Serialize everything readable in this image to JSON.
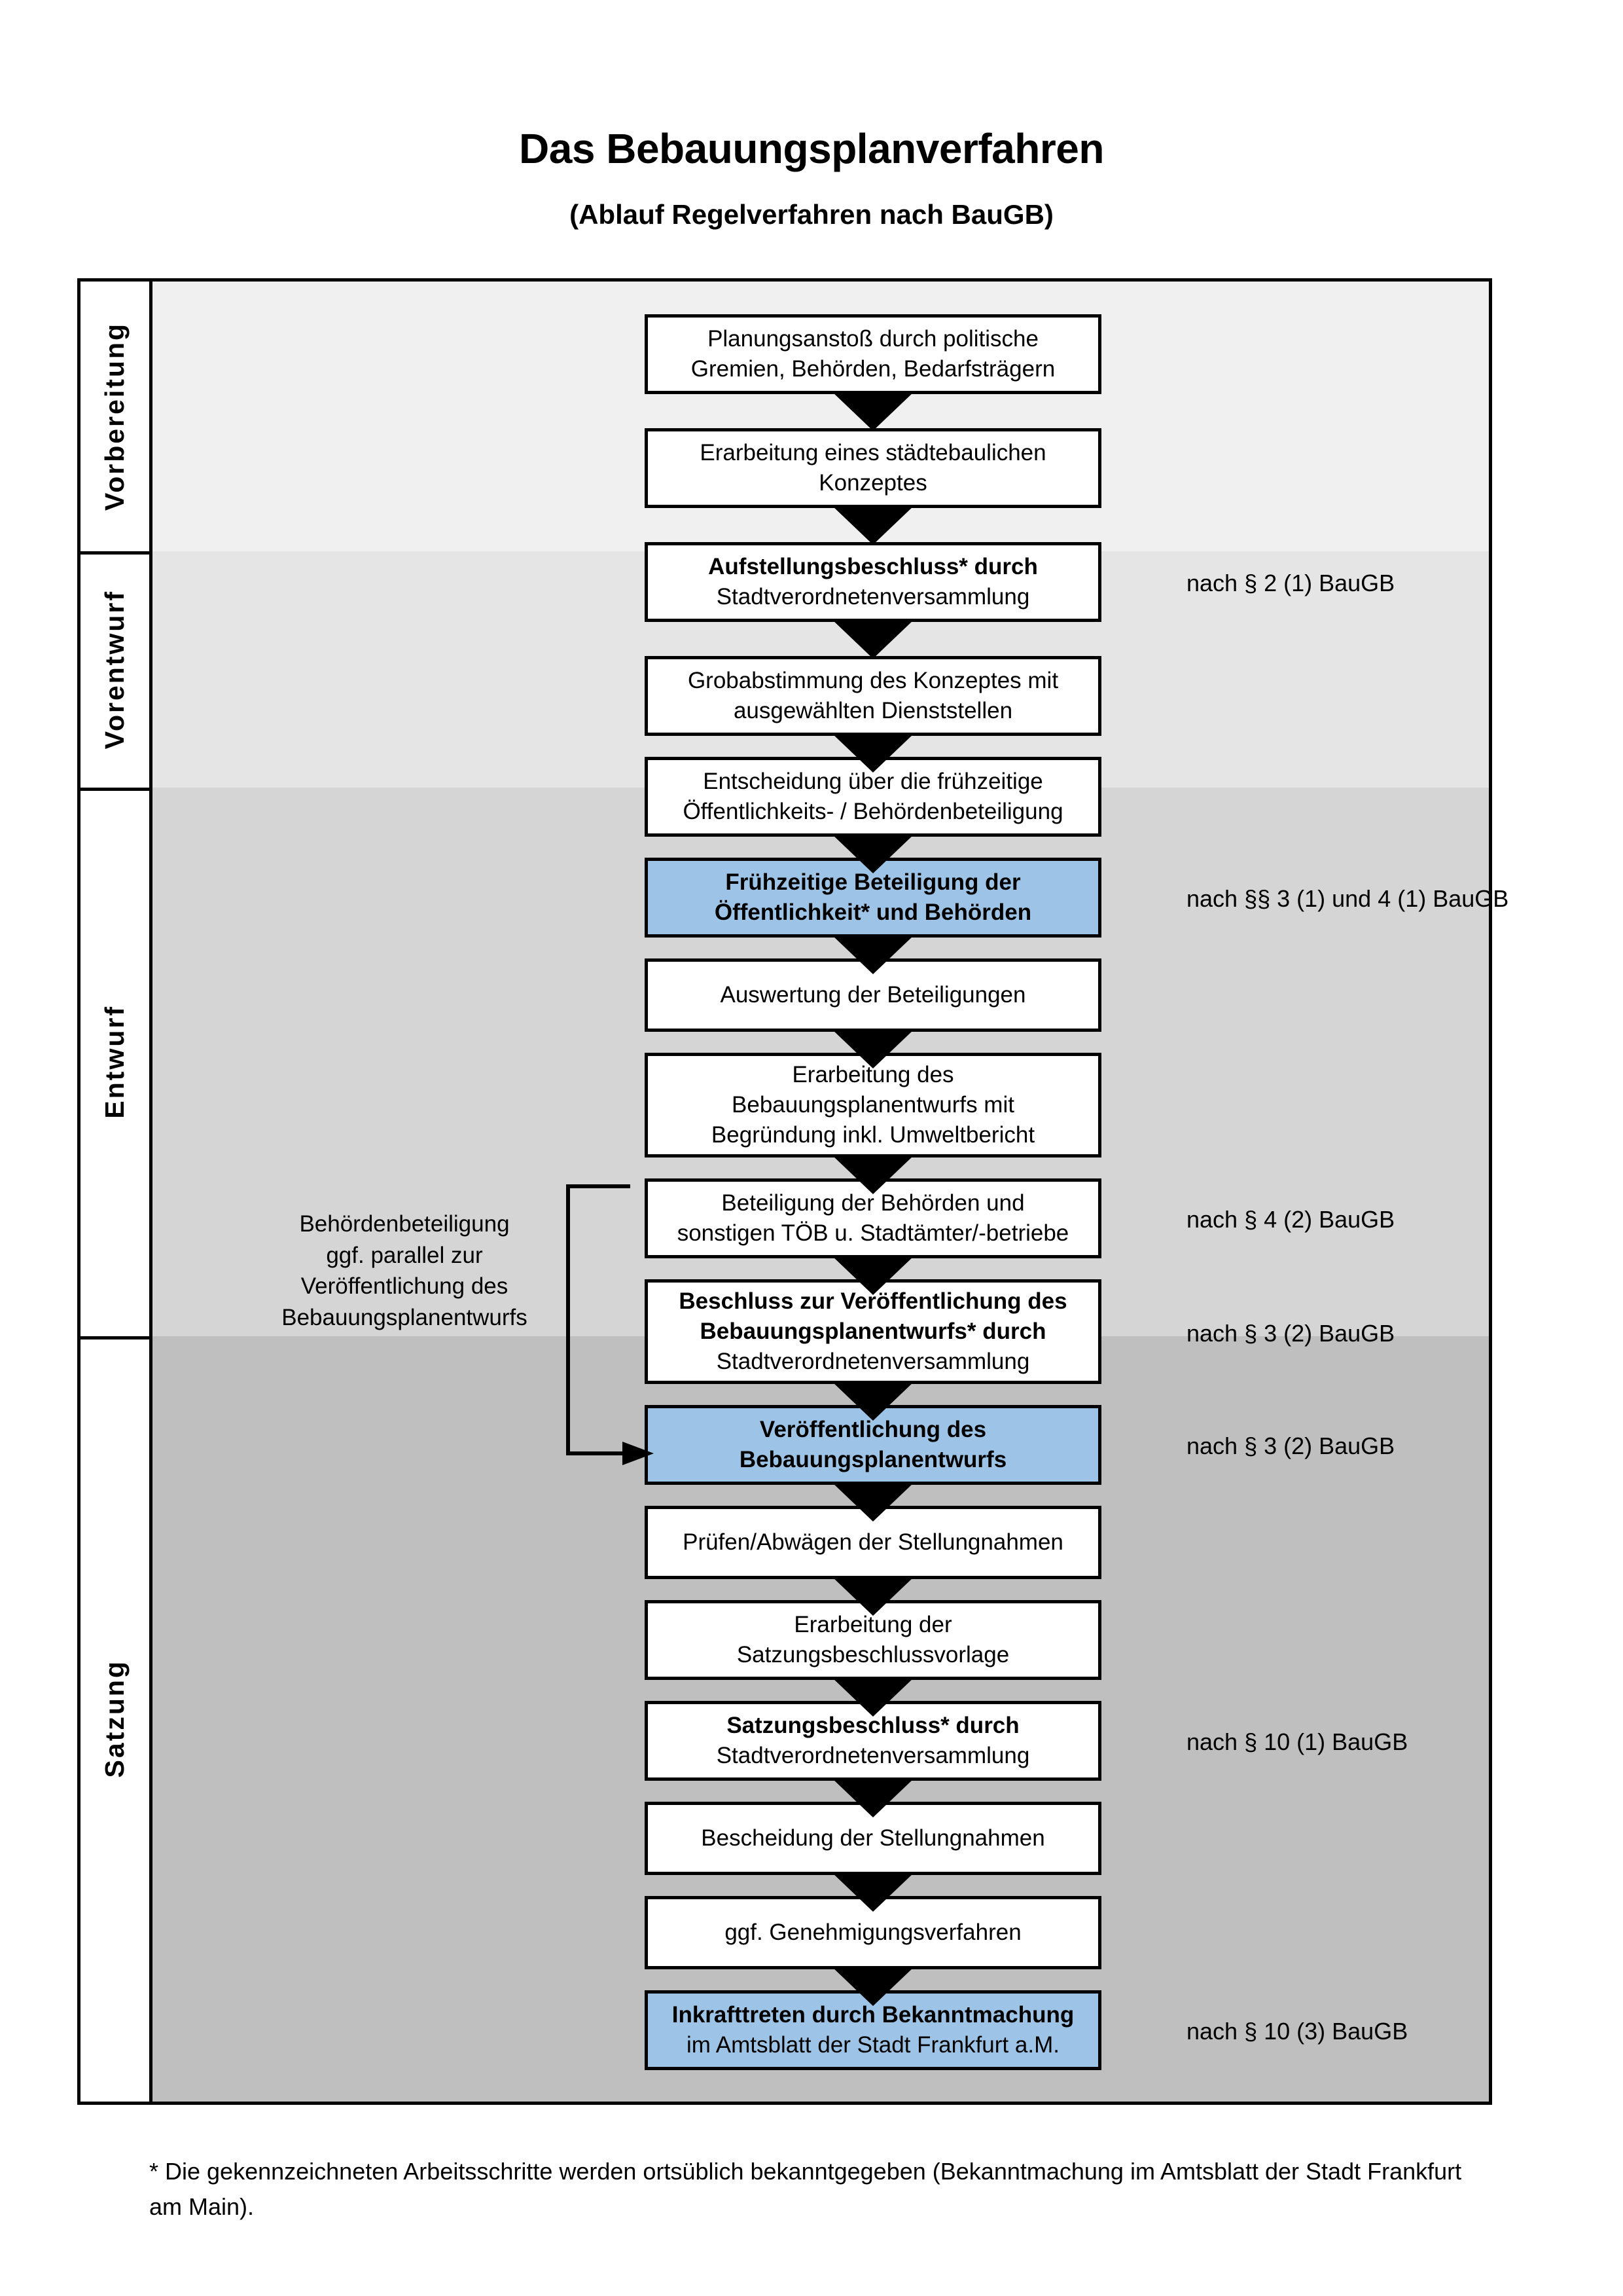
{
  "title": {
    "main": "Das Bebauungsplanverfahren",
    "sub": "(Ablauf Regelverfahren nach BauGB)"
  },
  "colors": {
    "highlight_box": "#9DC3E6",
    "band_vorbereitung": "#F0F0F0",
    "band_vorentwurf": "#E5E5E5",
    "band_entwurf": "#D5D5D5",
    "band_satzung": "#BFBFBF",
    "box_border": "#000000",
    "box_fill": "#FFFFFF"
  },
  "sections": [
    {
      "key": "vorbereitung",
      "label": "Vorbereitung"
    },
    {
      "key": "vorentwurf",
      "label": "Vorentwurf"
    },
    {
      "key": "entwurf",
      "label": "Entwurf"
    },
    {
      "key": "satzung",
      "label": "Satzung"
    }
  ],
  "steps": [
    {
      "id": 1,
      "section": "vorbereitung",
      "highlight": false,
      "lines": [
        {
          "text": "Planungsanstoß durch politische",
          "bold": false
        },
        {
          "text": "Gremien, Behörden, Bedarfsträgern",
          "bold": false
        }
      ]
    },
    {
      "id": 2,
      "section": "vorbereitung",
      "highlight": false,
      "lines": [
        {
          "text": "Erarbeitung eines städtebaulichen",
          "bold": false
        },
        {
          "text": "Konzeptes",
          "bold": false
        }
      ]
    },
    {
      "id": 3,
      "section": "vorbereitung",
      "highlight": false,
      "lines": [
        {
          "text": "Aufstellungsbeschluss* durch",
          "bold": true
        },
        {
          "text": "Stadtverordnetenversammlung",
          "bold": false
        }
      ]
    },
    {
      "id": 4,
      "section": "vorentwurf",
      "highlight": false,
      "lines": [
        {
          "text": "Grobabstimmung des Konzeptes mit",
          "bold": false
        },
        {
          "text": "ausgewählten Dienststellen",
          "bold": false
        }
      ]
    },
    {
      "id": 5,
      "section": "vorentwurf",
      "highlight": false,
      "lines": [
        {
          "text": "Entscheidung über die frühzeitige",
          "bold": false
        },
        {
          "text": "Öffentlichkeits- / Behördenbeteiligung",
          "bold": false
        }
      ]
    },
    {
      "id": 6,
      "section": "vorentwurf",
      "highlight": true,
      "lines": [
        {
          "text": "Frühzeitige Beteiligung der",
          "bold": true
        },
        {
          "text": "Öffentlichkeit* und Behörden",
          "bold": true
        }
      ]
    },
    {
      "id": 7,
      "section": "entwurf",
      "highlight": false,
      "lines": [
        {
          "text": "Auswertung der Beteiligungen",
          "bold": false
        }
      ]
    },
    {
      "id": 8,
      "section": "entwurf",
      "highlight": false,
      "lines": [
        {
          "text": "Erarbeitung des",
          "bold": false
        },
        {
          "text": "Bebauungsplanentwurfs mit",
          "bold": false
        },
        {
          "text": "Begründung inkl. Umweltbericht",
          "bold": false
        }
      ]
    },
    {
      "id": 9,
      "section": "entwurf",
      "highlight": false,
      "lines": [
        {
          "text": "Beteiligung der Behörden und",
          "bold": false
        },
        {
          "text": "sonstigen TÖB u. Stadtämter/-betriebe",
          "bold": false
        }
      ]
    },
    {
      "id": 10,
      "section": "entwurf",
      "highlight": false,
      "lines": [
        {
          "text": "Beschluss zur Veröffentlichung des",
          "bold": true
        },
        {
          "text": "Bebauungsplanentwurfs* durch",
          "bold": true,
          "tail": " durch"
        },
        {
          "text": "Stadtverordnetenversammlung",
          "bold": false
        }
      ]
    },
    {
      "id": 11,
      "section": "entwurf",
      "highlight": true,
      "lines": [
        {
          "text": "Veröffentlichung des",
          "bold": true
        },
        {
          "text": "Bebauungsplanentwurfs",
          "bold": true
        }
      ]
    },
    {
      "id": 12,
      "section": "satzung",
      "highlight": false,
      "lines": [
        {
          "text": "Prüfen/Abwägen der Stellungnahmen",
          "bold": false
        }
      ]
    },
    {
      "id": 13,
      "section": "satzung",
      "highlight": false,
      "lines": [
        {
          "text": "Erarbeitung der",
          "bold": false
        },
        {
          "text": "Satzungsbeschlussvorlage",
          "bold": false
        }
      ]
    },
    {
      "id": 14,
      "section": "satzung",
      "highlight": false,
      "lines": [
        {
          "text": "Satzungsbeschluss* durch",
          "bold": true
        },
        {
          "text": "Stadtverordnetenversammlung",
          "bold": false
        }
      ]
    },
    {
      "id": 15,
      "section": "satzung",
      "highlight": false,
      "lines": [
        {
          "text": "Bescheidung der Stellungnahmen",
          "bold": false
        }
      ]
    },
    {
      "id": 16,
      "section": "satzung",
      "highlight": false,
      "lines": [
        {
          "text": "ggf. Genehmigungsverfahren",
          "bold": false
        }
      ]
    },
    {
      "id": 17,
      "section": "satzung",
      "highlight": true,
      "lines": [
        {
          "text": "Inkrafttreten durch Bekanntmachung",
          "bold": true
        },
        {
          "text": "im Amtsblatt der Stadt Frankfurt a.M.",
          "bold": false
        }
      ]
    }
  ],
  "law_notes": [
    {
      "for_step": 3,
      "text": "nach § 2 (1) BauGB"
    },
    {
      "for_step": 6,
      "text": "nach §§ 3 (1) und 4 (1) BauGB"
    },
    {
      "for_step": 9,
      "text": "nach § 4 (2) BauGB"
    },
    {
      "for_step": 10,
      "text": "nach § 3 (2) BauGB"
    },
    {
      "for_step": 11,
      "text": "nach § 3 (2) BauGB"
    },
    {
      "for_step": 14,
      "text": "nach § 10 (1) BauGB"
    },
    {
      "for_step": 17,
      "text": "nach § 10 (3) BauGB"
    }
  ],
  "side_note": {
    "lines": [
      "Behördenbeteiligung",
      "ggf. parallel zur",
      "Veröffentlichung des",
      "Bebauungsplanentwurfs"
    ]
  },
  "footnote": {
    "text": "* Die gekennzeichneten Arbeitsschritte werden ortsüblich bekanntgegeben (Bekanntmachung im Amtsblatt  der Stadt Frankfurt am Main)."
  }
}
